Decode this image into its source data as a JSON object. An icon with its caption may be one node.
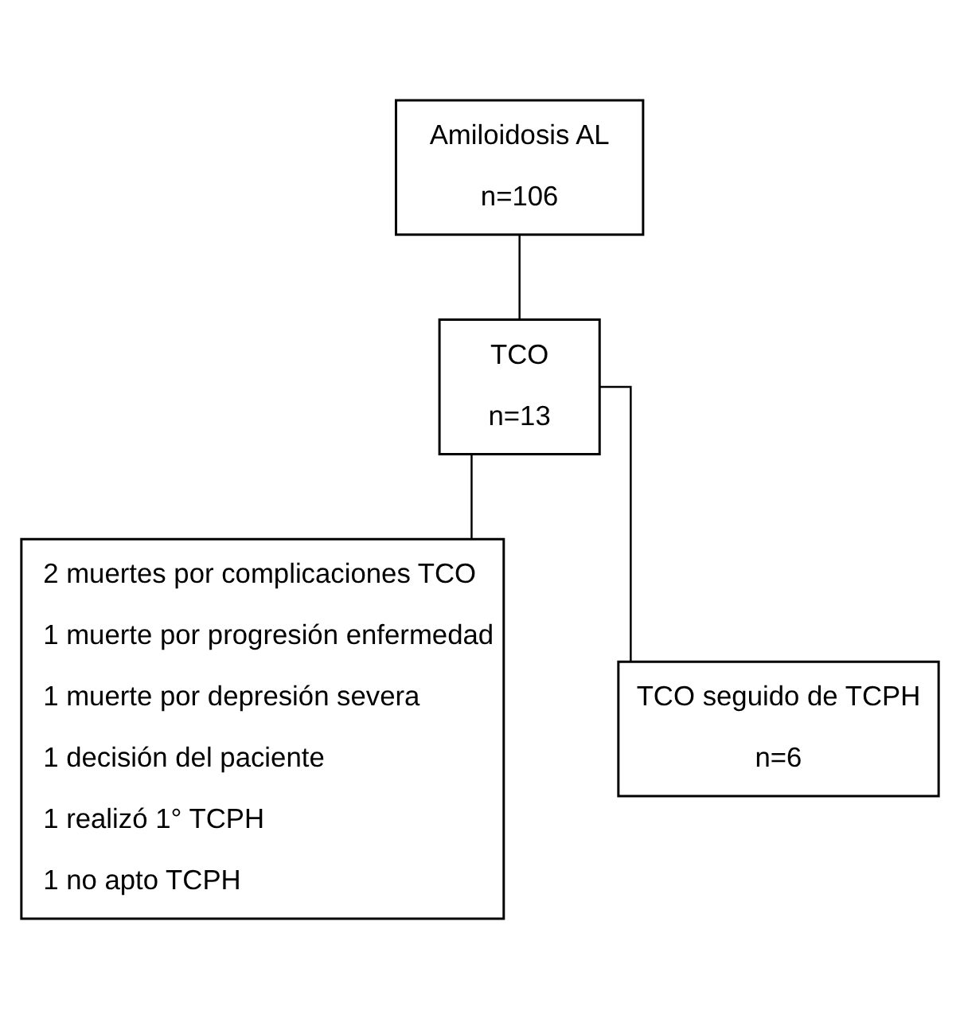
{
  "diagram": {
    "nodes": [
      {
        "text": [
          "Amiloidosis AL",
          "n=106"
        ]
      },
      {
        "text": [
          "TCO",
          "n=13"
        ]
      },
      {
        "text": [
          "2 muertes por complicaciones TCO",
          "1 muerte por progresión enfermedad",
          "1 muerte por depresión severa",
          "1 decisión del paciente",
          "1 realizó 1° TCPH",
          "1 no apto TCPH"
        ]
      },
      {
        "text": [
          "TCO seguido de TCPH",
          "n=6"
        ]
      }
    ],
    "edges": [
      {
        "from": 0,
        "to": 1,
        "arrow": "none"
      },
      {
        "from": 1,
        "to": 2,
        "arrow": "none"
      },
      {
        "from": 1,
        "to": 3,
        "arrow": "none"
      }
    ]
  }
}
